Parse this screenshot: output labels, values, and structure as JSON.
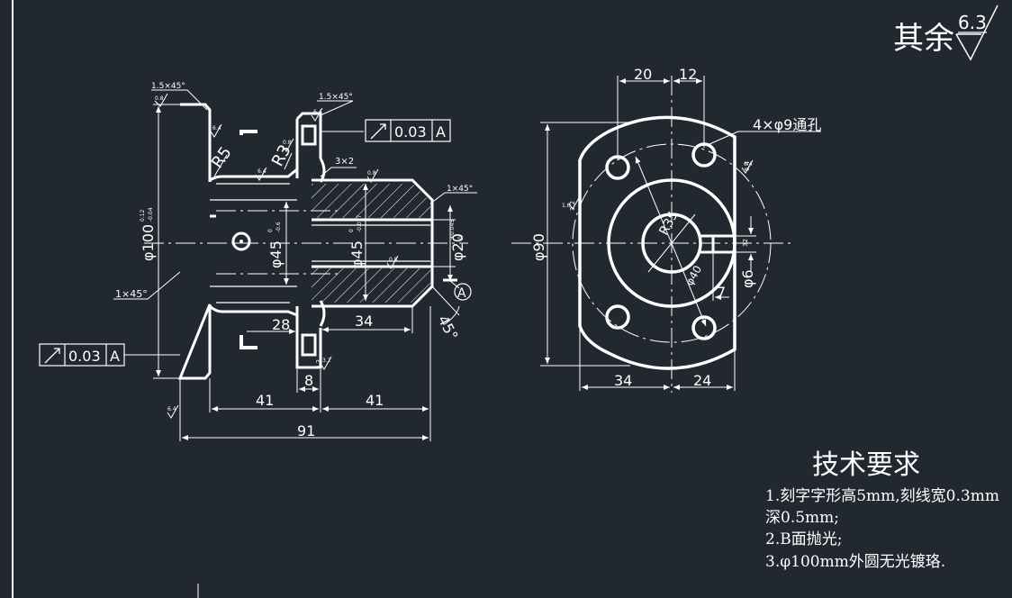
{
  "roughness": {
    "prefix": "其余",
    "value": "6.3"
  },
  "left_view": {
    "chamfer_flange": "1.5×45°",
    "chamfer_ring": "1.5×45°",
    "radius_1": "R5",
    "radius_2": "R3",
    "chamfer_bottom": "1×45°",
    "chamfer_bore": "1×45°",
    "runout_top": {
      "value": "0.03",
      "datum": "A"
    },
    "runout_bottom": {
      "value": "0.03",
      "datum": "A"
    },
    "dia_100": "φ100",
    "dia_100_tol_upper": "0.12",
    "dia_100_tol_lower": "-0.04",
    "dia_45_outer": "φ45",
    "dia_45_outer_tol_upper": "0",
    "dia_45_outer_tol_lower": "-0.6",
    "dia_45_inner": "φ45",
    "dia_45_inner_tol_upper": "0",
    "dia_45_inner_tol_lower": "-0.017",
    "dia_20": "φ20",
    "dia_20_tol_upper": "+0.045",
    "dia_20_tol_lower": "0",
    "groove": "3×2",
    "angle_45": "45°",
    "datum_letter": "A",
    "dim_28": "28",
    "dim_34": "34",
    "dim_41a": "41",
    "dim_8": "8",
    "dim_41b": "41",
    "dim_91": "91",
    "roughness_marks": [
      "0.8",
      "6.4",
      "6.4",
      "0.8",
      "6.4",
      "0.8",
      "0.8",
      "6.4",
      "3.2",
      "1.6",
      "6.4"
    ]
  },
  "right_view": {
    "dim_20": "20",
    "dim_12": "12",
    "holes_note": "4×φ9通孔",
    "dia_90": "φ90",
    "radius_label": "R35",
    "dia_40": "φ40",
    "dim_34": "34",
    "dim_24": "24",
    "dim_7": "7",
    "dia_6": "φ6",
    "dim_32": "32",
    "roughness_marks": [
      "3.2",
      "6.4",
      "3.2"
    ]
  },
  "tech_requirements": {
    "title": "技术要求",
    "lines": [
      "1.刻字字形高5mm,刻线宽0.3mm",
      "深0.5mm;",
      "2.B面抛光;",
      "3.φ100mm外圆无光镀珞."
    ]
  },
  "colors": {
    "background": "#212830",
    "line": "#ffffff"
  }
}
